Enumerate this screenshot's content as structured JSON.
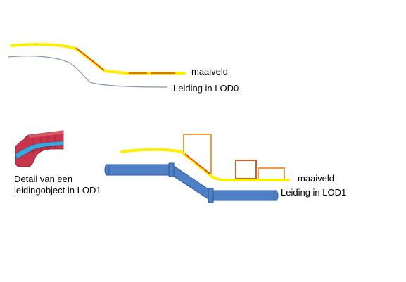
{
  "top_view": {
    "surface_label": "maaiveld",
    "pipe_label": "Leiding in LOD0"
  },
  "bottom_view": {
    "surface_label": "maaiveld",
    "pipe_label": "Leiding in LOD1"
  },
  "detail": {
    "caption_line1": "Detail van een",
    "caption_line2": "leidingobject in LOD1"
  },
  "colors": {
    "surface": "#ffee00",
    "pipe_line": "#8899b0",
    "pipe_fill": "#4f7fc4",
    "pipe_stroke": "#2f5a9a",
    "red_segment": "#e03a1a",
    "orange_box": "#f39a3d",
    "red_box": "#e05a1c",
    "detail_red": "#c8344a",
    "detail_blue": "#3aa8e0"
  }
}
